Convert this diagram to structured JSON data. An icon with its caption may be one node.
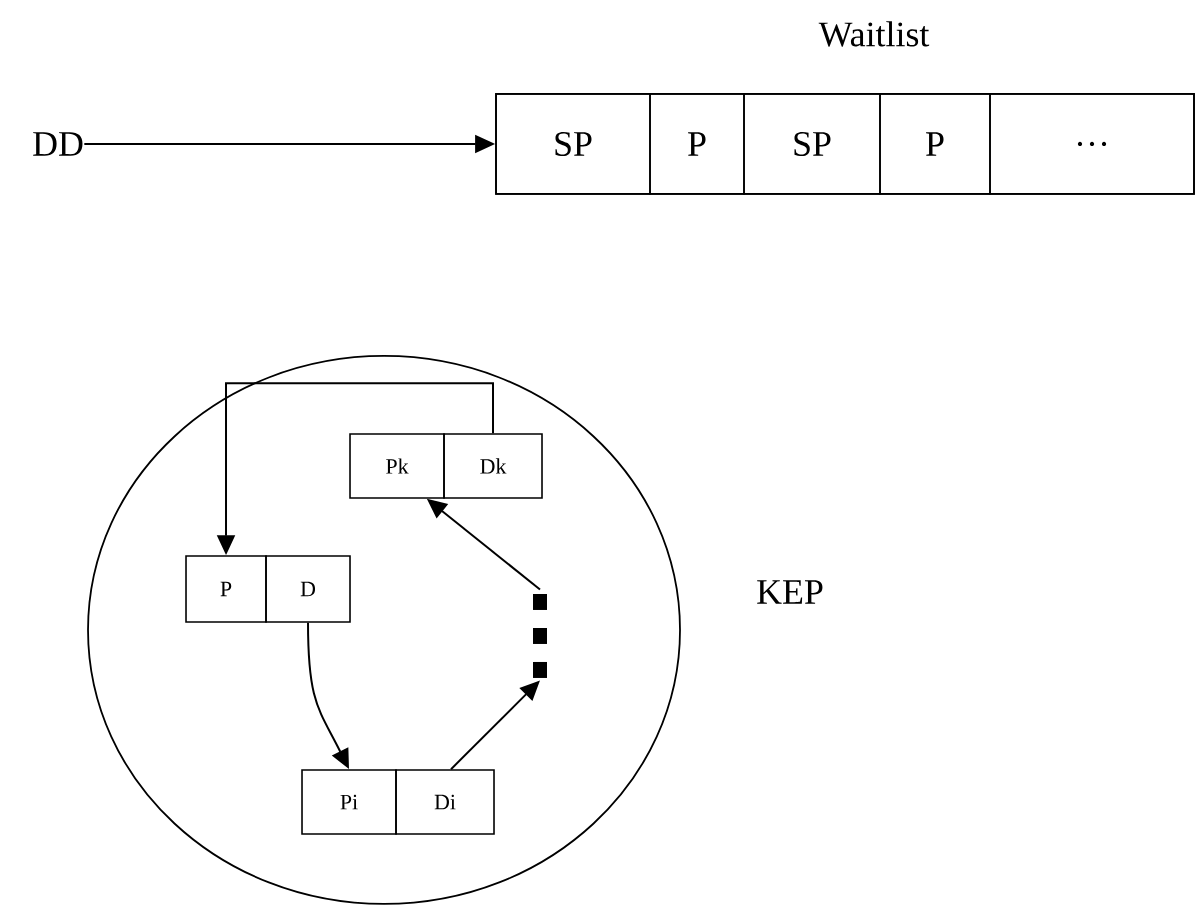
{
  "diagram": {
    "nodes": [
      {
        "text": [
          "DD"
        ]
      },
      {
        "text": [
          "Waitlist"
        ]
      },
      {
        "text": [
          "SP"
        ],
        "in": 1
      },
      {
        "text": [
          "P"
        ],
        "in": 1
      },
      {
        "text": [
          "SP"
        ],
        "in": 1
      },
      {
        "text": [
          "P"
        ],
        "in": 1
      },
      {
        "text": [
          "…"
        ],
        "in": 1
      },
      {
        "text": [
          "KEP"
        ]
      },
      {
        "text": [
          "Pk"
        ],
        "in": 7
      },
      {
        "text": [
          "Dk"
        ],
        "in": 7
      },
      {
        "text": [
          "P"
        ],
        "in": 7
      },
      {
        "text": [
          "D"
        ],
        "in": 7
      },
      {
        "text": [
          "Pi"
        ],
        "in": 7
      },
      {
        "text": [
          "Di"
        ],
        "in": 7
      },
      {
        "text": [],
        "shape": "dots",
        "in": 7
      }
    ],
    "edges": [
      {
        "from": 0,
        "to": 1,
        "arrow": "to"
      },
      {
        "from": 9,
        "to": 10,
        "arrow": "to"
      },
      {
        "from": 11,
        "to": 12,
        "arrow": "to"
      },
      {
        "from": 13,
        "to": 14,
        "arrow": "to"
      },
      {
        "from": 14,
        "to": 8,
        "arrow": "to"
      }
    ]
  }
}
